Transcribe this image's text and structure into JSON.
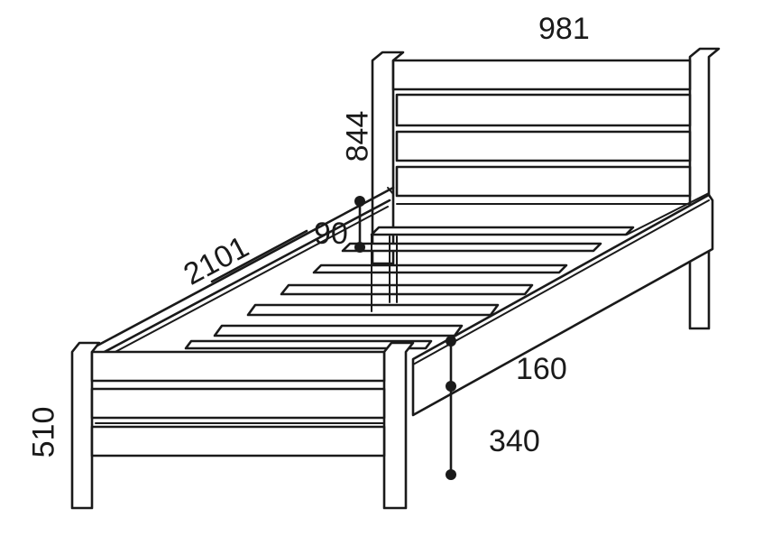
{
  "dimensions": {
    "width": "981",
    "headboard_height": "844",
    "slat_gap": "90",
    "length": "2101",
    "rail_height": "160",
    "clearance": "340",
    "foot_height": "510"
  },
  "colors": {
    "line": "#1a1a1a",
    "background": "#ffffff"
  }
}
